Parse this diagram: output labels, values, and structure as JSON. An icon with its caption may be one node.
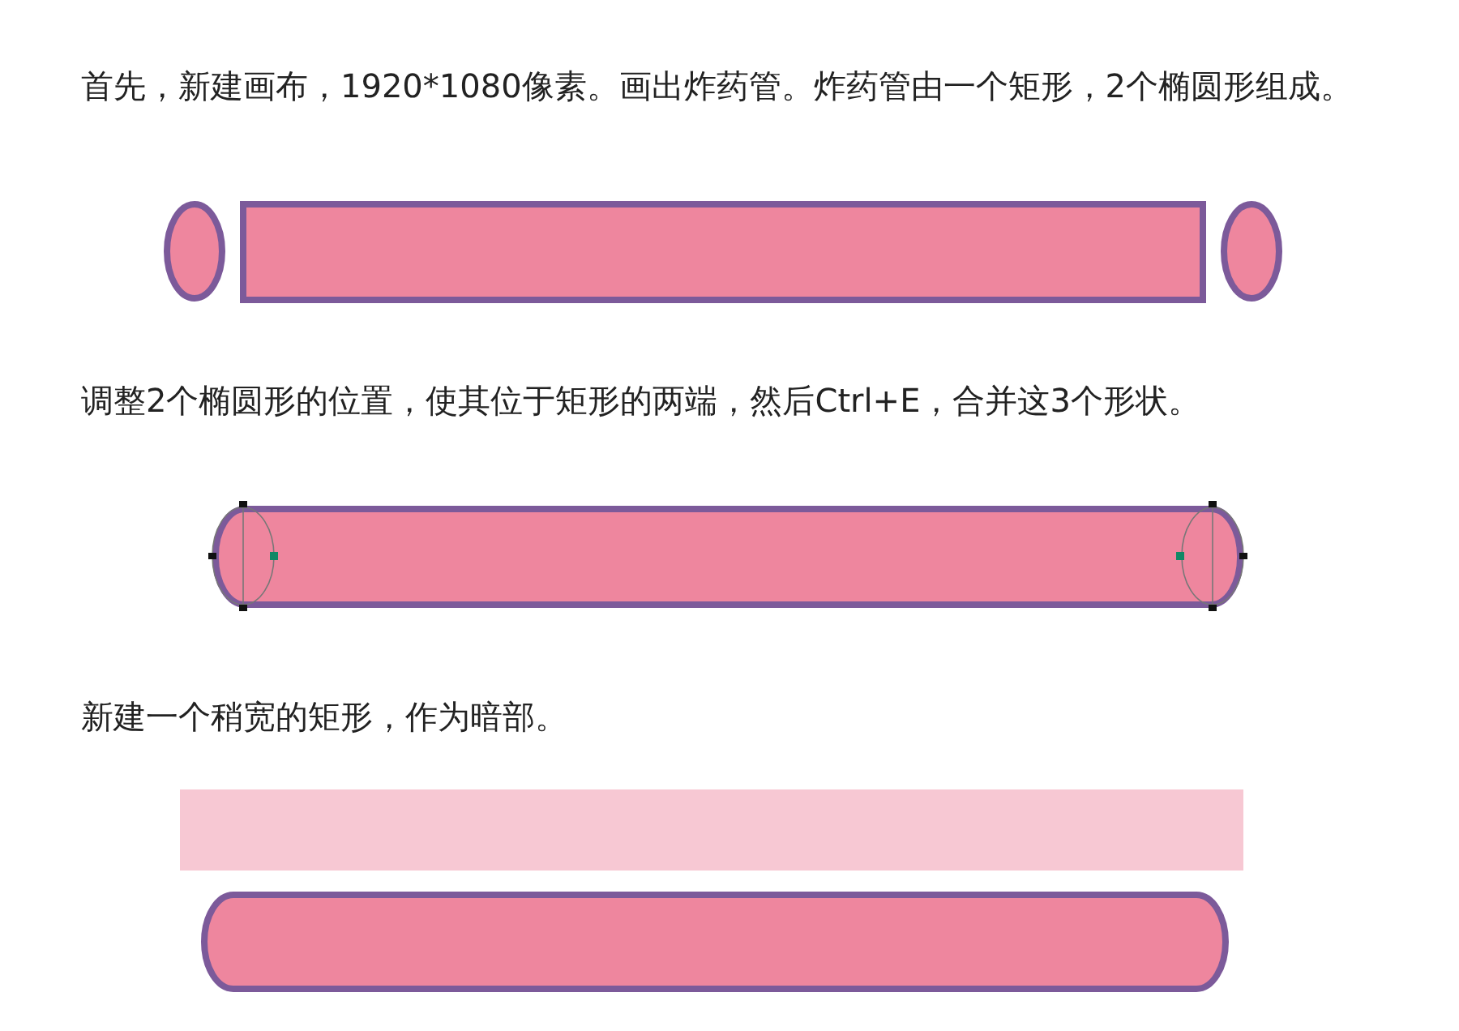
{
  "diagram": {
    "labels": [
      "首先，新建画布，1920*1080像素。画出炸药管。炸药管由一个矩形，2个椭圆形组成。",
      "调整2个椭圆形的位置，使其位于矩形的两端，然后Ctrl+E，合并这3个形状。",
      "新建一个稍宽的矩形，作为暗部。"
    ]
  }
}
